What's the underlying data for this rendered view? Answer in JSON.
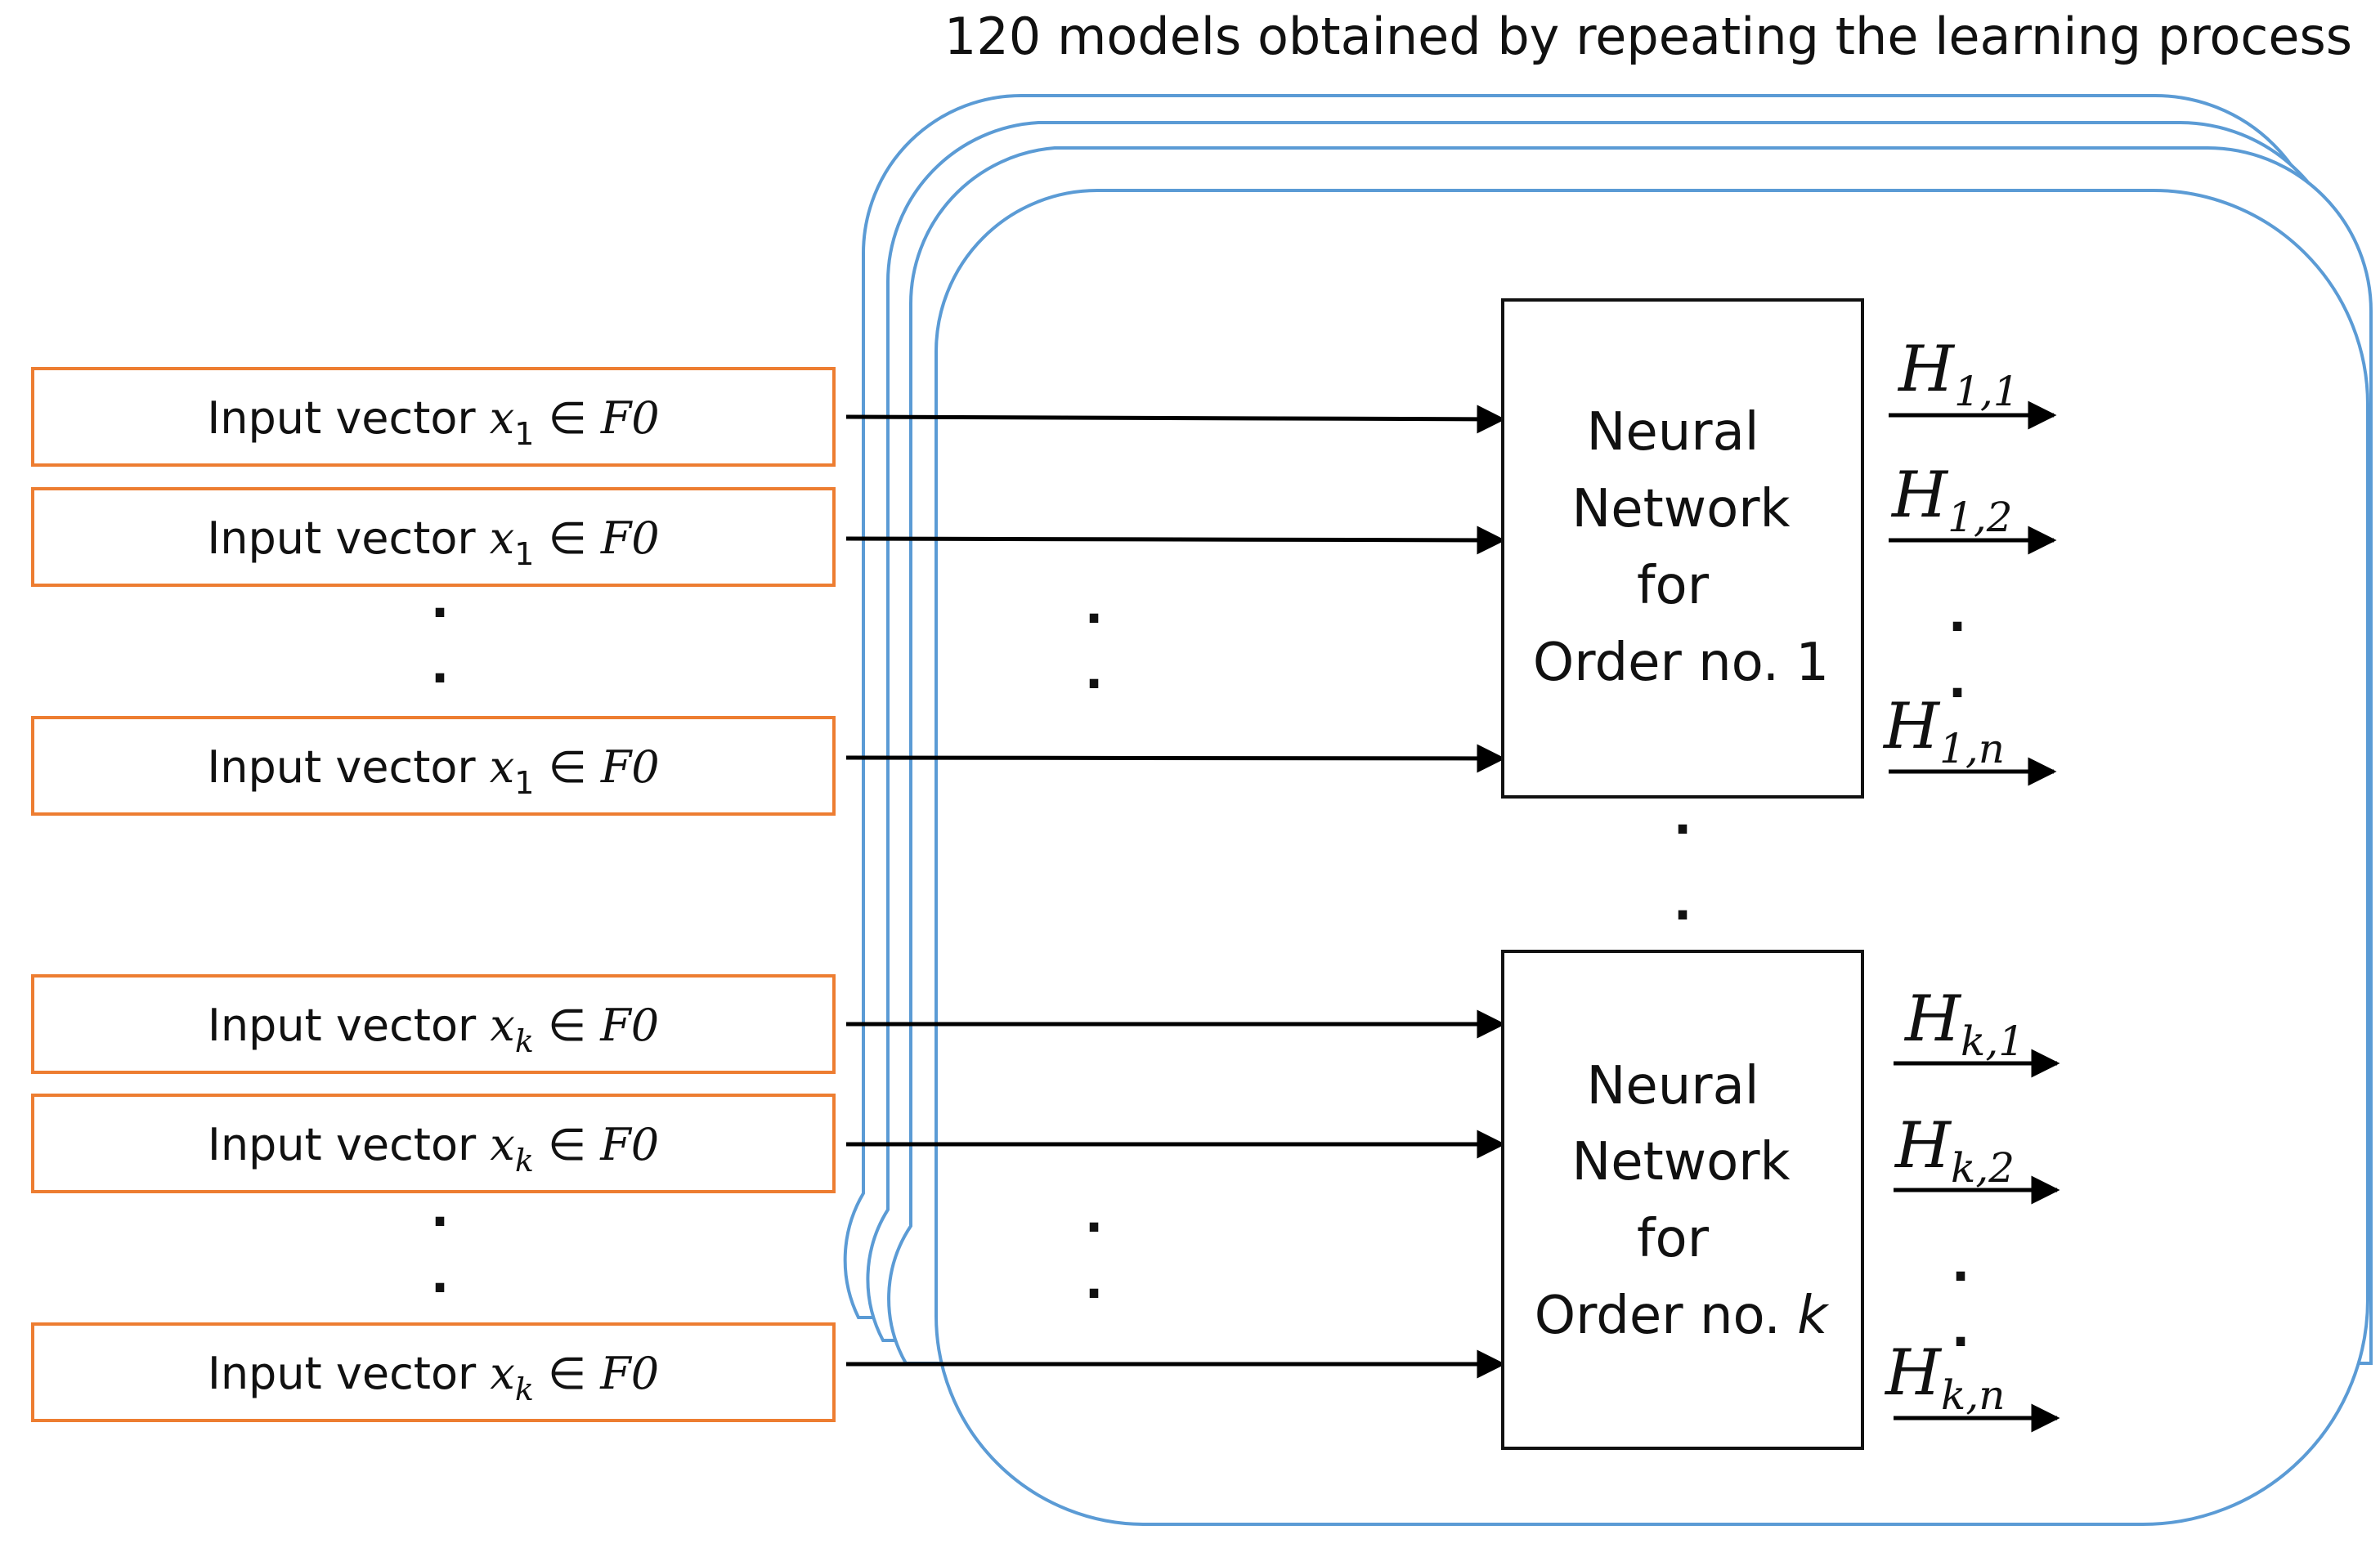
{
  "title": "120 models obtained by repeating the learning process",
  "colors": {
    "model_frame": "#5b9bd5",
    "input_box": "#ed7d31",
    "arrow": "#000000",
    "text": "#111111"
  },
  "input_word": "Input vector",
  "membership_symbol": "∈",
  "feature_set": "F0",
  "inputs": [
    {
      "var": "x",
      "sub": "1"
    },
    {
      "var": "x",
      "sub": "1"
    },
    {
      "var": "x",
      "sub": "1"
    },
    {
      "var": "x",
      "sub": "k"
    },
    {
      "var": "x",
      "sub": "k"
    },
    {
      "var": "x",
      "sub": "k"
    }
  ],
  "networks": [
    {
      "lines": [
        "Neural",
        "Network",
        "for",
        "Order no."
      ],
      "order": "1",
      "order_italic": false
    },
    {
      "lines": [
        "Neural",
        "Network",
        "for",
        "Order no."
      ],
      "order": "k",
      "order_italic": true
    }
  ],
  "outputs": [
    [
      {
        "var": "H",
        "sub": "1,1"
      },
      {
        "var": "H",
        "sub": "1,2"
      },
      {
        "var": "H",
        "sub": "1,n"
      }
    ],
    [
      {
        "var": "H",
        "sub": "k,1"
      },
      {
        "var": "H",
        "sub": "k,2"
      },
      {
        "var": "H",
        "sub": "k,n"
      }
    ]
  ],
  "ellipsis": "·"
}
